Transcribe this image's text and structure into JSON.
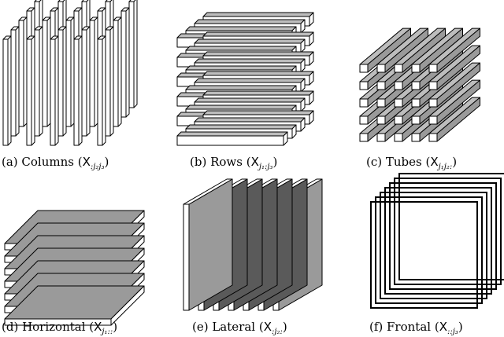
{
  "panels": [
    {
      "id": "a",
      "prefix": "(a) Columns (",
      "symbol": "X",
      "subscript": ":j₂j₃",
      "suffix": ")"
    },
    {
      "id": "b",
      "prefix": "(b) Rows (",
      "symbol": "X",
      "subscript": "j₁:j₃",
      "suffix": ")"
    },
    {
      "id": "c",
      "prefix": "(c) Tubes (",
      "symbol": "X",
      "subscript": "j₁j₂:",
      "suffix": ")"
    },
    {
      "id": "d",
      "prefix": "(d) Horizontal (",
      "symbol": "X",
      "subscript": "j₁::",
      "suffix": ")"
    },
    {
      "id": "e",
      "prefix": "(e) Lateral (",
      "symbol": "X",
      "subscript": ":j₂:",
      "suffix": ")"
    },
    {
      "id": "f",
      "prefix": "(f) Frontal (",
      "symbol": "X",
      "subscript": "::j₃",
      "suffix": ")"
    }
  ],
  "colors": {
    "stroke": "#000000",
    "white_face": "#ffffff",
    "light_gray": "#bdbdbd",
    "mid_gray": "#9a9a9a",
    "dark_gray": "#5a5a5a"
  }
}
